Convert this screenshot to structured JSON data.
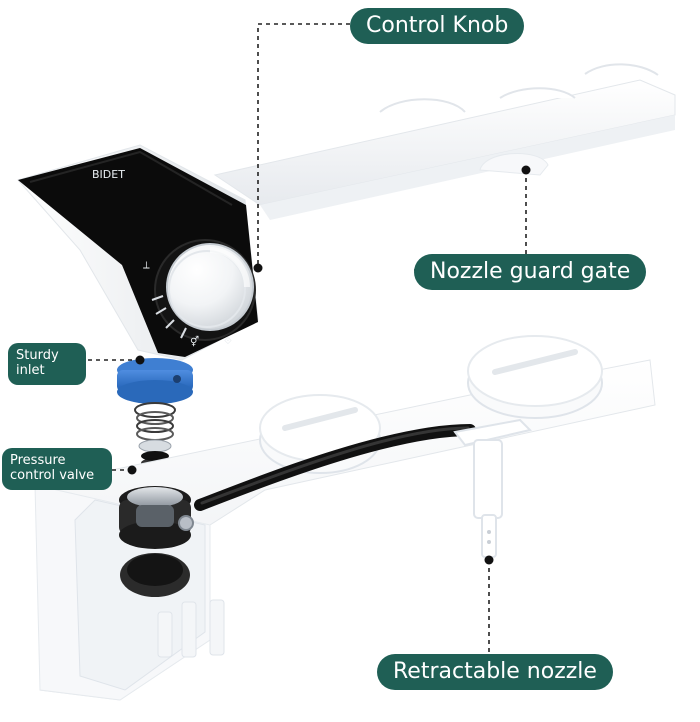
{
  "labels": {
    "control_knob": "Control Knob",
    "nozzle_guard_gate": "Nozzle guard gate",
    "sturdy_inlet_line1": "Sturdy",
    "sturdy_inlet_line2": "inlet",
    "pressure_valve_line1": "Pressure",
    "pressure_valve_line2": "control valve",
    "retractable_nozzle": "Retractable nozzle"
  },
  "brand_text": "BIDET",
  "colors": {
    "callout_bg": "#1f5f55",
    "callout_text": "#ffffff",
    "panel_black": "#0b0b0b",
    "inlet_blue": "#2f73c8",
    "hose_black": "#111111",
    "body_white": "#ffffff",
    "shadow_grey": "#d9dcdf"
  }
}
